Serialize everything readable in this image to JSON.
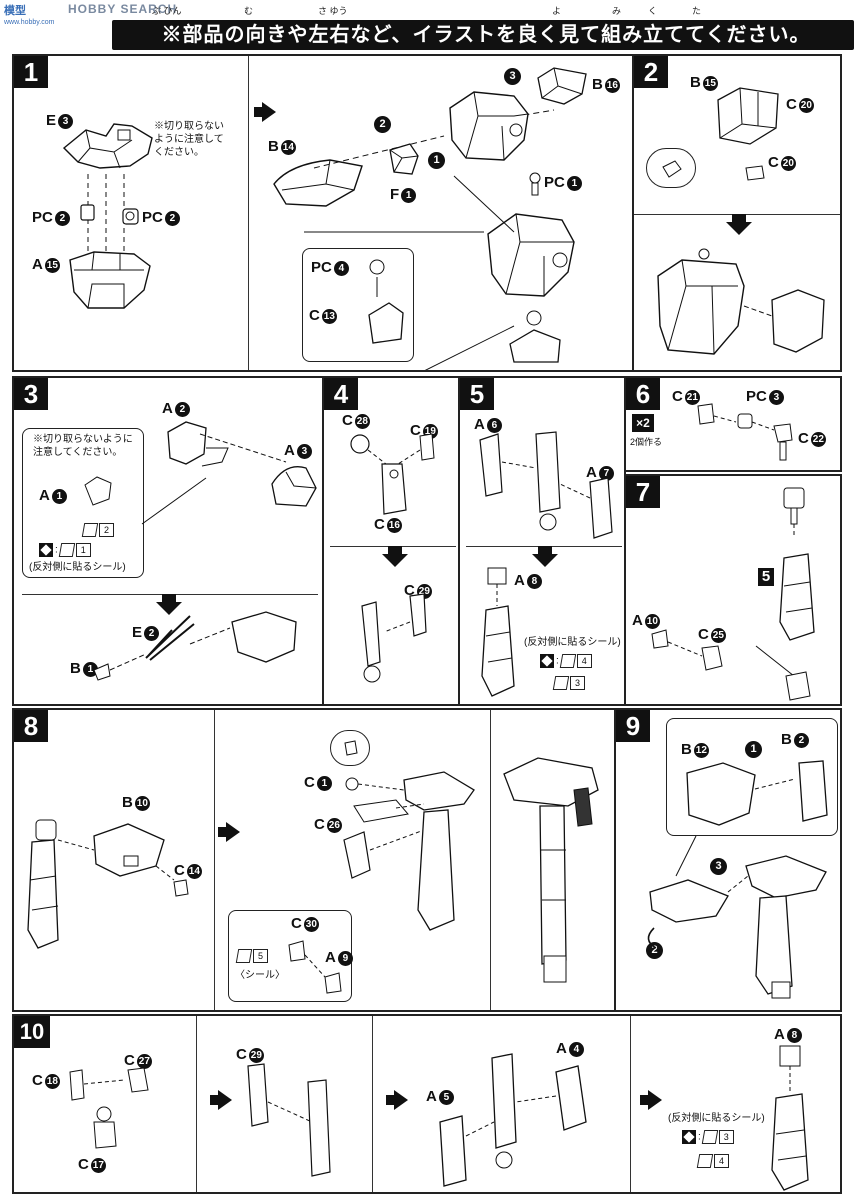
{
  "header": {
    "site_logo": "模型",
    "site_logo_sub": "www.hobby.com",
    "site_watermark": "HOBBY SEARCH",
    "banner_text": "※部品の向きや左右など、イラストを良く見て組み立ててください。",
    "ruby": [
      "ぶ ひん",
      "む",
      "さ ゆう",
      "よ",
      "み",
      "く",
      "た"
    ]
  },
  "steps": [
    {
      "num": "1"
    },
    {
      "num": "2"
    },
    {
      "num": "3"
    },
    {
      "num": "4"
    },
    {
      "num": "5"
    },
    {
      "num": "6"
    },
    {
      "num": "7"
    },
    {
      "num": "8"
    },
    {
      "num": "9"
    },
    {
      "num": "10"
    }
  ],
  "step1": {
    "labels": {
      "e3": "E",
      "pc2a": "PC",
      "pc2b": "PC",
      "a15": "A",
      "b14": "B",
      "f1": "F",
      "b16": "B",
      "pc1": "PC",
      "pc4": "PC",
      "c13": "C"
    },
    "circ": {
      "e3": "3",
      "pc2a": "2",
      "pc2b": "2",
      "a15": "15",
      "b14": "14",
      "f1": "1",
      "b16": "16",
      "pc1": "1",
      "pc4": "4",
      "c13": "13"
    },
    "note_lines": [
      "※切り取らない",
      "ように注意して",
      "ください。"
    ],
    "order": [
      "1",
      "2",
      "3"
    ]
  },
  "step2": {
    "labels": {
      "b15": "B",
      "c20a": "C",
      "c20b": "C"
    },
    "circ": {
      "b15": "15",
      "c20a": "20",
      "c20b": "20"
    }
  },
  "step3": {
    "labels": {
      "a2": "A",
      "a3": "A",
      "a1": "A",
      "e2": "E",
      "b1": "B"
    },
    "circ": {
      "a2": "2",
      "a3": "3",
      "a1": "1",
      "e2": "2",
      "b1": "1"
    },
    "note_lines": [
      "※切り取らないように",
      "注意してください。"
    ],
    "sticker_front": "2",
    "sticker_back": "1",
    "sticker_caption": "(反対側に貼るシール)"
  },
  "step4": {
    "labels": {
      "c28": "C",
      "c19": "C",
      "c16": "C",
      "c29": "C"
    },
    "circ": {
      "c28": "28",
      "c19": "19",
      "c16": "16",
      "c29": "29"
    }
  },
  "step5": {
    "labels": {
      "a6": "A",
      "a7": "A",
      "a8": "A"
    },
    "circ": {
      "a6": "6",
      "a7": "7",
      "a8": "8"
    },
    "sticker_caption": "(反対側に貼るシール)",
    "sticker_back": "4",
    "sticker_front": "3"
  },
  "step6": {
    "x2": "×2",
    "x2_caption": "2個作る",
    "labels": {
      "c21": "C",
      "pc3": "PC",
      "c22": "C"
    },
    "circ": {
      "c21": "21",
      "pc3": "3",
      "c22": "22"
    }
  },
  "step7": {
    "labels": {
      "a10": "A",
      "c25": "C"
    },
    "circ": {
      "a10": "10",
      "c25": "25"
    },
    "ref_step": "5"
  },
  "step8": {
    "labels": {
      "b10": "B",
      "c14": "C",
      "c1": "C",
      "c26": "C",
      "c30": "C",
      "a9": "A"
    },
    "circ": {
      "b10": "10",
      "c14": "14",
      "c1": "1",
      "c26": "26",
      "c30": "30",
      "a9": "9"
    },
    "sticker_num": "5",
    "sticker_caption": "〈シール〉"
  },
  "step9": {
    "labels": {
      "b12": "B",
      "b2": "B"
    },
    "circ": {
      "b12": "12",
      "b2": "2"
    },
    "order": [
      "1",
      "2",
      "3"
    ]
  },
  "step10": {
    "labels": {
      "c18": "C",
      "c27": "C",
      "c17": "C",
      "c29": "C",
      "a4": "A",
      "a5": "A",
      "a8": "A"
    },
    "circ": {
      "c18": "18",
      "c27": "27",
      "c17": "17",
      "c29": "29",
      "a4": "4",
      "a5": "5",
      "a8": "8"
    },
    "sticker_caption": "(反対側に貼るシール)",
    "sticker_back": "3",
    "sticker_front": "4"
  }
}
